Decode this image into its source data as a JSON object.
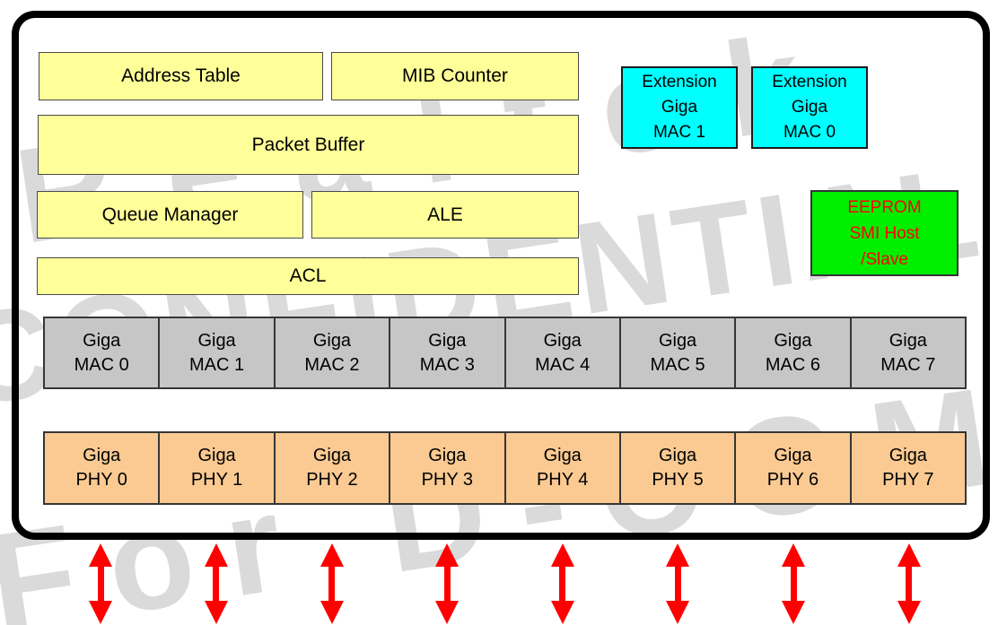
{
  "watermark": {
    "line1": "Realtek",
    "line2": "CONFIDENTIAL",
    "line3": "For D-COM"
  },
  "chip": {
    "function_blocks": {
      "address_table": "Address Table",
      "mib_counter": "MIB Counter",
      "packet_buffer": "Packet Buffer",
      "queue_manager": "Queue Manager",
      "ale": "ALE",
      "acl": "ACL"
    },
    "extension_macs": [
      {
        "line1": "Extension",
        "line2": "Giga",
        "line3": "MAC 1"
      },
      {
        "line1": "Extension",
        "line2": "Giga",
        "line3": "MAC 0"
      }
    ],
    "eeprom": {
      "line1": "EEPROM",
      "line2": "SMI Host",
      "line3": "/Slave"
    },
    "mac_cells": [
      {
        "line1": "Giga",
        "line2": "MAC 0"
      },
      {
        "line1": "Giga",
        "line2": "MAC 1"
      },
      {
        "line1": "Giga",
        "line2": "MAC 2"
      },
      {
        "line1": "Giga",
        "line2": "MAC 3"
      },
      {
        "line1": "Giga",
        "line2": "MAC 4"
      },
      {
        "line1": "Giga",
        "line2": "MAC 5"
      },
      {
        "line1": "Giga",
        "line2": "MAC 6"
      },
      {
        "line1": "Giga",
        "line2": "MAC 7"
      }
    ],
    "phy_cells": [
      {
        "line1": "Giga",
        "line2": "PHY 0"
      },
      {
        "line1": "Giga",
        "line2": "PHY 1"
      },
      {
        "line1": "Giga",
        "line2": "PHY 2"
      },
      {
        "line1": "Giga",
        "line2": "PHY 3"
      },
      {
        "line1": "Giga",
        "line2": "PHY 4"
      },
      {
        "line1": "Giga",
        "line2": "PHY 5"
      },
      {
        "line1": "Giga",
        "line2": "PHY 6"
      },
      {
        "line1": "Giga",
        "line2": "PHY 7"
      }
    ]
  },
  "ports": {
    "arrow_count": 8
  },
  "colors": {
    "block_yellow": "#FFFF99",
    "block_cyan": "#00FFFF",
    "block_green": "#00EE00",
    "mac_gray": "#C6C6C6",
    "phy_orange": "#FACA92",
    "eeprom_text": "#FF0000",
    "arrow_red": "#FF0000",
    "watermark_gray": "#DADADA",
    "border_black": "#000000"
  }
}
